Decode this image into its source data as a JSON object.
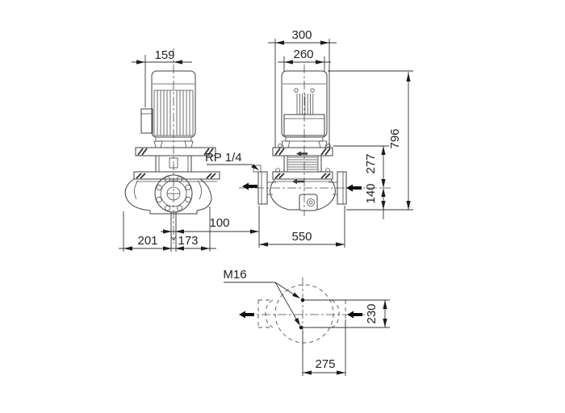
{
  "drawing": {
    "title": "pump-dimensional-drawing",
    "colors": {
      "line": "#3f3f3f",
      "text": "#222222",
      "arrow_fill": "#111111",
      "background": "#ffffff"
    },
    "dims": {
      "d159": "159",
      "d300": "300",
      "d260": "260",
      "d796": "796",
      "d277": "277",
      "d140": "140",
      "d100": "100",
      "d550": "550",
      "d201": "201",
      "d173": "173",
      "d230": "230",
      "d275": "275"
    },
    "labels": {
      "gauge_port": "RP 1/4",
      "foundation_bolt": "M16"
    }
  }
}
